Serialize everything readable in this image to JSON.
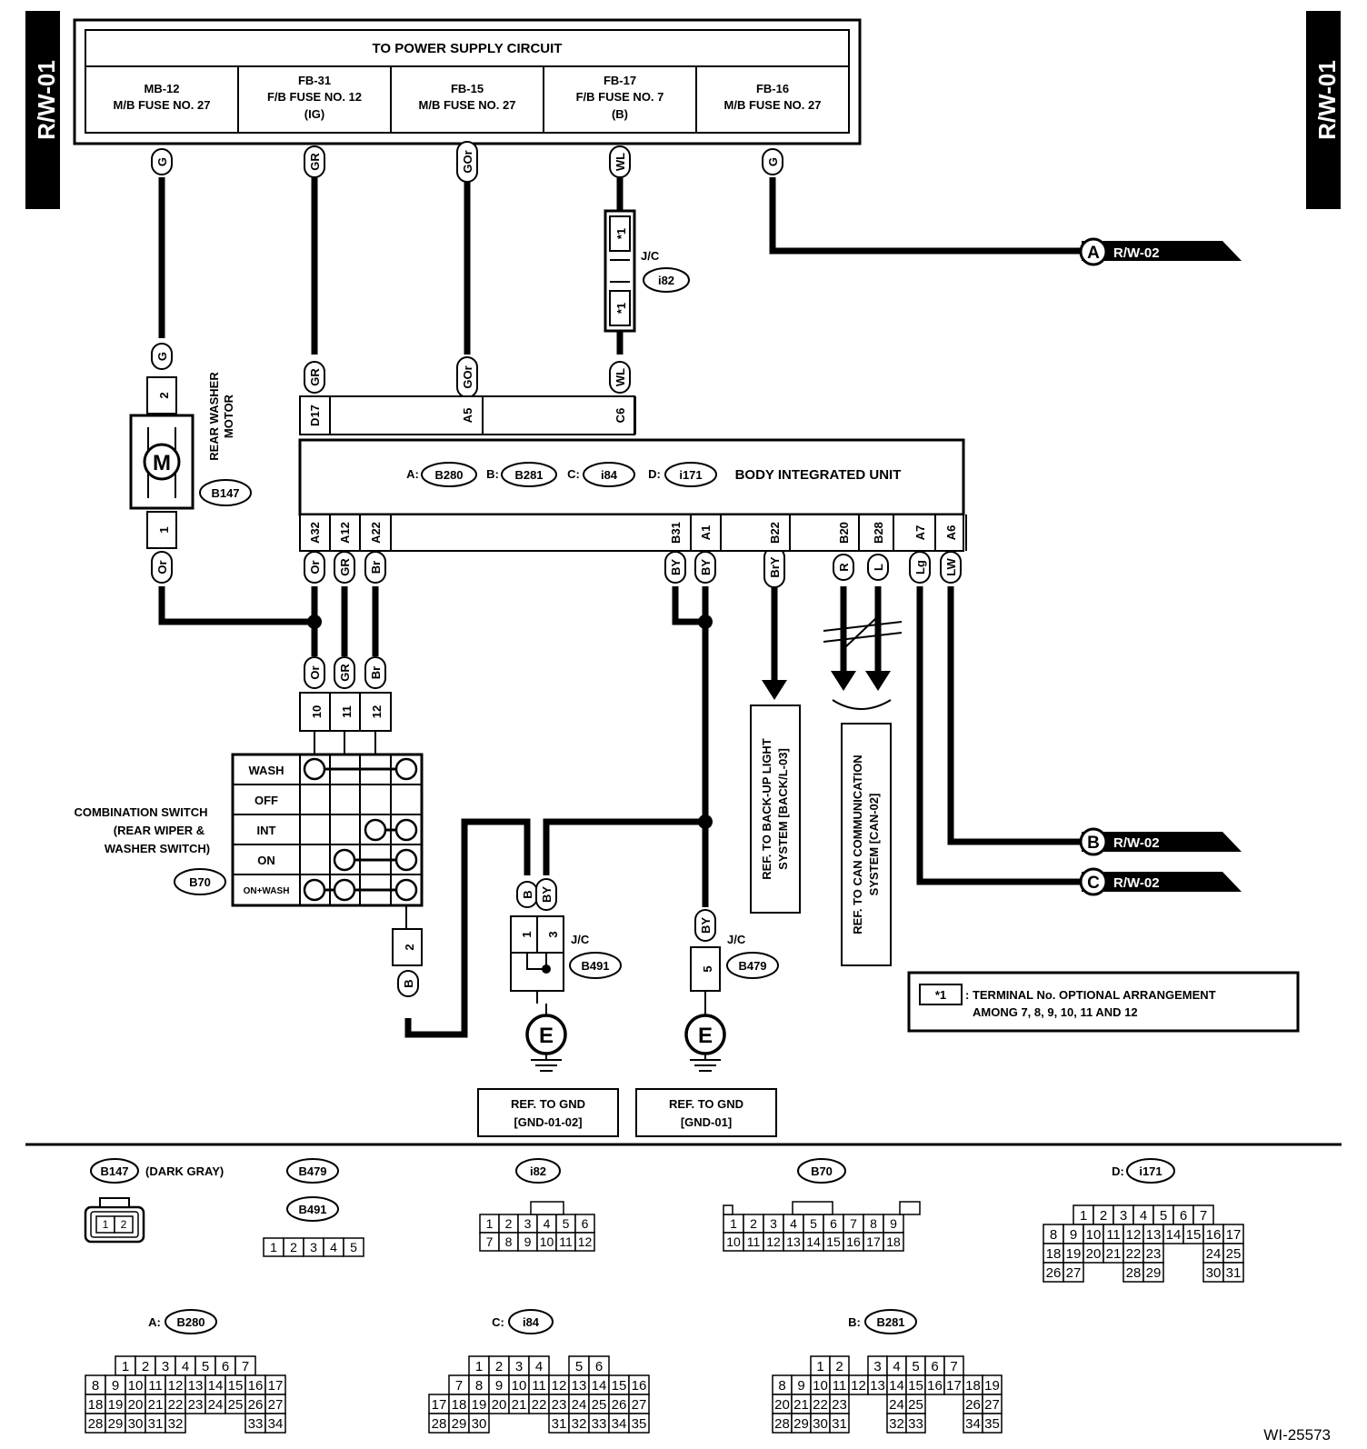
{
  "page_code": "R/W-01",
  "figure_id": "WI-25573",
  "power_supply": {
    "title": "TO POWER SUPPLY CIRCUIT",
    "cells": [
      {
        "l1": "MB-12",
        "l2": "M/B FUSE NO. 27",
        "l3": ""
      },
      {
        "l1": "FB-31",
        "l2": "F/B FUSE NO. 12",
        "l3": "(IG)"
      },
      {
        "l1": "FB-15",
        "l2": "M/B FUSE NO. 27",
        "l3": ""
      },
      {
        "l1": "FB-17",
        "l2": "F/B FUSE NO. 7",
        "l3": "(B)"
      },
      {
        "l1": "FB-16",
        "l2": "M/B FUSE NO. 27",
        "l3": ""
      }
    ]
  },
  "wire_colors": {
    "g": "G",
    "gr": "GR",
    "gor": "GOr",
    "wl": "WL",
    "or": "Or",
    "br": "Br",
    "by": "BY",
    "bry": "BrY",
    "r": "R",
    "l": "L",
    "lg": "Lg",
    "lw": "LW",
    "b": "B"
  },
  "jc_i82": {
    "label": "J/C",
    "code": "i82",
    "term": "*1"
  },
  "motor": {
    "title_l1": "REAR WASHER",
    "title_l2": "MOTOR",
    "code": "B147",
    "symbol": "M",
    "pin_top": "2",
    "pin_bot": "1"
  },
  "biu": {
    "title": "BODY INTEGRATED UNIT",
    "conn": [
      {
        "letter": "A:",
        "code": "B280"
      },
      {
        "letter": "B:",
        "code": "B281"
      },
      {
        "letter": "C:",
        "code": "i84"
      },
      {
        "letter": "D:",
        "code": "i171"
      }
    ],
    "top_pins": [
      "D17",
      "A5",
      "C6"
    ],
    "bottom_pins": [
      "A32",
      "A12",
      "A22",
      "B31",
      "A1",
      "B22",
      "B20",
      "B28",
      "A7",
      "A6"
    ]
  },
  "combo_switch": {
    "title_l1": "COMBINATION SWITCH",
    "title_l2": "(REAR WIPER &",
    "title_l3": "WASHER SWITCH)",
    "code": "B70",
    "rows": [
      "WASH",
      "OFF",
      "INT",
      "ON",
      "ON+WASH"
    ],
    "pins_top": [
      "10",
      "11",
      "12"
    ],
    "pin_bottom": "2"
  },
  "jc_b491": {
    "label": "J/C",
    "code": "B491",
    "pins": [
      "1",
      "3"
    ]
  },
  "jc_b479": {
    "label": "J/C",
    "code": "B479",
    "pin": "5"
  },
  "ground_symbol": "E",
  "gnd_refs": [
    {
      "l1": "REF. TO GND",
      "l2": "[GND-01-02]"
    },
    {
      "l1": "REF. TO GND",
      "l2": "[GND-01]"
    }
  ],
  "ref_backup": {
    "l1": "REF. TO BACK-UP LIGHT",
    "l2": "SYSTEM [BACK/L-03]"
  },
  "ref_can": {
    "l1": "REF. TO CAN COMMUNICATION",
    "l2": "SYSTEM [CAN-02]"
  },
  "offpage": [
    {
      "letter": "A",
      "page": "R/W-02"
    },
    {
      "letter": "B",
      "page": "R/W-02"
    },
    {
      "letter": "C",
      "page": "R/W-02"
    }
  ],
  "note": {
    "mark": "*1",
    "l1": ": TERMINAL No. OPTIONAL ARRANGEMENT",
    "l2": "AMONG 7, 8, 9, 10, 11 AND 12"
  },
  "connectors": {
    "b147": {
      "code": "B147",
      "note": "(DARK GRAY)",
      "rows": [
        [
          "1",
          "2"
        ]
      ]
    },
    "b479": {
      "code": "B479"
    },
    "b491": {
      "code": "B491",
      "rows": [
        [
          "1",
          "2",
          "3",
          "4",
          "5"
        ]
      ]
    },
    "i82": {
      "code": "i82",
      "rows": [
        [
          "1",
          "2",
          "3",
          "4",
          "5",
          "6"
        ],
        [
          "7",
          "8",
          "9",
          "10",
          "11",
          "12"
        ]
      ]
    },
    "b70": {
      "code": "B70",
      "rows": [
        [
          "1",
          "2",
          "3",
          "4",
          "5",
          "6",
          "7",
          "8",
          "9"
        ],
        [
          "10",
          "11",
          "12",
          "13",
          "14",
          "15",
          "16",
          "17",
          "18"
        ]
      ]
    },
    "i171": {
      "letter": "D:",
      "code": "i171",
      "rows": [
        [
          "1",
          "2",
          "3",
          "4",
          "5",
          "6",
          "7"
        ],
        [
          "8",
          "9",
          "10",
          "11",
          "12",
          "13",
          "14",
          "15",
          "16",
          "17"
        ],
        [
          "18",
          "19",
          "20",
          "21",
          "22",
          "23",
          "",
          "",
          "24",
          "25"
        ],
        [
          "26",
          "27",
          "",
          "",
          "28",
          "29",
          "",
          "",
          "30",
          "31"
        ]
      ]
    },
    "b280": {
      "letter": "A:",
      "code": "B280",
      "rows": [
        [
          "1",
          "2",
          "3",
          "4",
          "5",
          "6",
          "7"
        ],
        [
          "8",
          "9",
          "10",
          "11",
          "12",
          "13",
          "14",
          "15",
          "16",
          "17"
        ],
        [
          "18",
          "19",
          "20",
          "21",
          "22",
          "23",
          "24",
          "25",
          "26",
          "27"
        ],
        [
          "28",
          "29",
          "30",
          "31",
          "32",
          "",
          "",
          "",
          "33",
          "34"
        ]
      ]
    },
    "i84": {
      "letter": "C:",
      "code": "i84",
      "rows": [
        [
          "1",
          "2",
          "3",
          "4",
          "",
          "5",
          "6"
        ],
        [
          "",
          "7",
          "8",
          "9",
          "10",
          "11",
          "12",
          "13",
          "14",
          "15",
          "16"
        ],
        [
          "17",
          "18",
          "19",
          "20",
          "21",
          "22",
          "23",
          "24",
          "25",
          "26",
          "27"
        ],
        [
          "28",
          "29",
          "30",
          "",
          "",
          "",
          "31",
          "32",
          "33",
          "34",
          "35"
        ]
      ]
    },
    "b281": {
      "letter": "B:",
      "code": "B281",
      "rows": [
        [
          "1",
          "2",
          "",
          "3",
          "4",
          "5",
          "6",
          "7"
        ],
        [
          "8",
          "9",
          "10",
          "11",
          "12",
          "13",
          "14",
          "15",
          "16",
          "17",
          "18",
          "19"
        ],
        [
          "20",
          "21",
          "22",
          "23",
          "",
          "",
          "24",
          "25",
          "",
          "",
          "26",
          "27"
        ],
        [
          "28",
          "29",
          "30",
          "31",
          "",
          "",
          "32",
          "33",
          "",
          "",
          "34",
          "35"
        ]
      ]
    }
  }
}
